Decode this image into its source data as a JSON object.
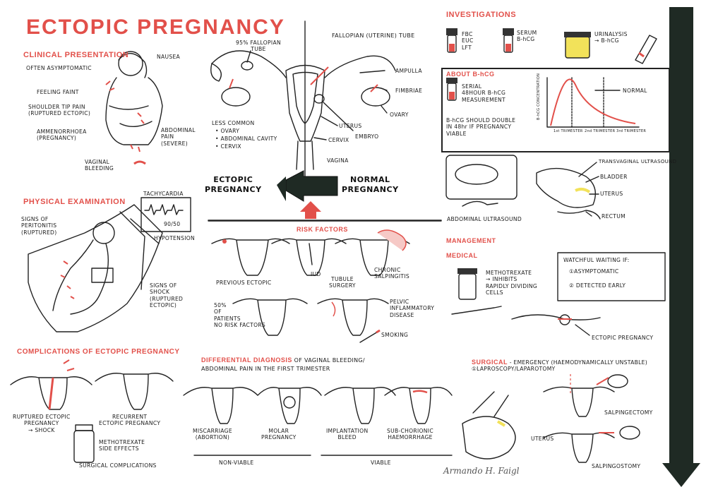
{
  "title": "ECTOPIC PREGNANCY",
  "colors": {
    "accent": "#e2504a",
    "ink": "#222222",
    "arrow_bar": "#1f2a24",
    "yellow": "#f2e25a"
  },
  "clinical": {
    "heading": "CLINICAL PRESENTATION",
    "asymptomatic": "OFTEN ASYMPTOMATIC",
    "nausea": "NAUSEA",
    "feeling_faint": "FEELING FAINT",
    "shoulder": "SHOULDER TIP PAIN\n(RUPTURED ECTOPIC)",
    "amenorrhoea": "AMMENORRHOEA\n(PREGNANCY)",
    "abdominal": "ABDOMINAL\nPAIN\n(SEVERE)",
    "vaginal": "VAGINAL\nBLEEDING"
  },
  "anatomy": {
    "fallopian_tube": "95% FALLOPIAN\nTUBE",
    "uterine_tube": "FALLOPIAN (UTERINE) TUBE",
    "ampulla": "AMPULLA",
    "fimbriae": "FIMBRIAE",
    "ovary": "OVARY",
    "uterus": "UTERUS",
    "embryo": "EMBRYO",
    "cervix": "CERVIX",
    "vagina": "VAGINA",
    "less_common": "LESS COMMON",
    "sites": [
      "OVARY",
      "ABDOMINAL CAVITY",
      "CERVIX"
    ]
  },
  "arrow": {
    "ectopic": "ECTOPIC\nPREGNANCY",
    "normal": "NORMAL\nPREGNANCY"
  },
  "physical": {
    "heading": "PHYSICAL EXAMINATION",
    "tachycardia": "TACHYCARDIA",
    "bp": "90/50",
    "hypotension": "HYPOTENSION",
    "peritonitis": "SIGNS OF\nPERITONITIS\n(RUPTURED)",
    "shock": "SIGNS OF\nSHOCK\n(RUPTURED\nECTOPIC)"
  },
  "risk": {
    "heading": "RISK FACTORS",
    "items": [
      "PREVIOUS ECTOPIC",
      "IUD",
      "TUBULE\nSURGERY",
      "CHRONIC\nSALPINGITIS",
      "50%\nOF\nPATIENTS\nNO RISK FACTORS",
      "PELVIC\nINFLAMMATORY\nDISEASE",
      "SMOKING"
    ]
  },
  "complications": {
    "heading": "COMPLICATIONS OF ECTOPIC PREGNANCY",
    "ruptured": "RUPTURED ECTOPIC\nPREGNANCY\n→ SHOCK",
    "recurrent": "RECURRENT\nECTOPIC PREGNANCY",
    "methotrexate": "METHOTREXATE\nSIDE EFFECTS",
    "surgical": "SURGICAL COMPLICATIONS"
  },
  "differential": {
    "heading": "DIFFERENTIAL DIAGNOSIS",
    "subheading_a": " OF VAGINAL BLEEDING/",
    "subheading_b": "ABDOMINAL PAIN IN THE FIRST TRIMESTER",
    "items": [
      "MISCARRIAGE\n(ABORTION)",
      "MOLAR\nPREGNANCY",
      "IMPLANTATION\nBLEED",
      "SUB-CHORIONIC\nHAEMORRHAGE"
    ],
    "non_viable": "NON-VIABLE",
    "viable": "VIABLE"
  },
  "investigations": {
    "heading": "INVESTIGATIONS",
    "bloods": "FBC\nEUC\nLFT",
    "serum": "SERUM\nB-hCG",
    "urinalysis": "URINALYSIS\n→ B-hCG"
  },
  "bhcg": {
    "heading": "ABOUT B-hCG",
    "serial": "SERIAL\n48HOUR B-hCG\nMEASUREMENT",
    "double": "B-hCG SHOULD DOUBLE\nIN 48hr IF PREGNANCY\nVIABLE",
    "normal": "NORMAL",
    "ylabel": "B-hCG CONCENTRATION",
    "xticks": [
      "1st TRIMESTER",
      "2nd TRIMESTER",
      "3rd TRIMESTER"
    ]
  },
  "ultrasound": {
    "transvaginal": "TRANSVAGINAL ULTRASOUND",
    "bladder": "BLADDER",
    "uterus": "UTERUS",
    "rectum": "RECTUM",
    "abdominal": "ABDOMINAL ULTRASOUND"
  },
  "management": {
    "heading": "MANAGEMENT",
    "medical": "MEDICAL",
    "methotrexate": "METHOTREXATE\n→ INHIBITS\nRAPIDLY DIVIDING\nCELLS",
    "watchful": "WATCHFUL WAITING IF:",
    "w1": "①ASYMPTOMATIC",
    "w2": "② DETECTED EARLY",
    "ectopic": "ECTOPIC PREGNANCY",
    "surgical": "SURGICAL",
    "surgical_note": " - EMERGENCY (HAEMODYNAMICALLY UNSTABLE)",
    "lap": "①LAPROSCOPY/LAPAROTOMY",
    "uterus": "UTERUS",
    "salpingectomy": "SALPINGECTOMY",
    "salpingostomy": "SALPINGOSTOMY"
  },
  "signature": "Armando H. Faigl"
}
